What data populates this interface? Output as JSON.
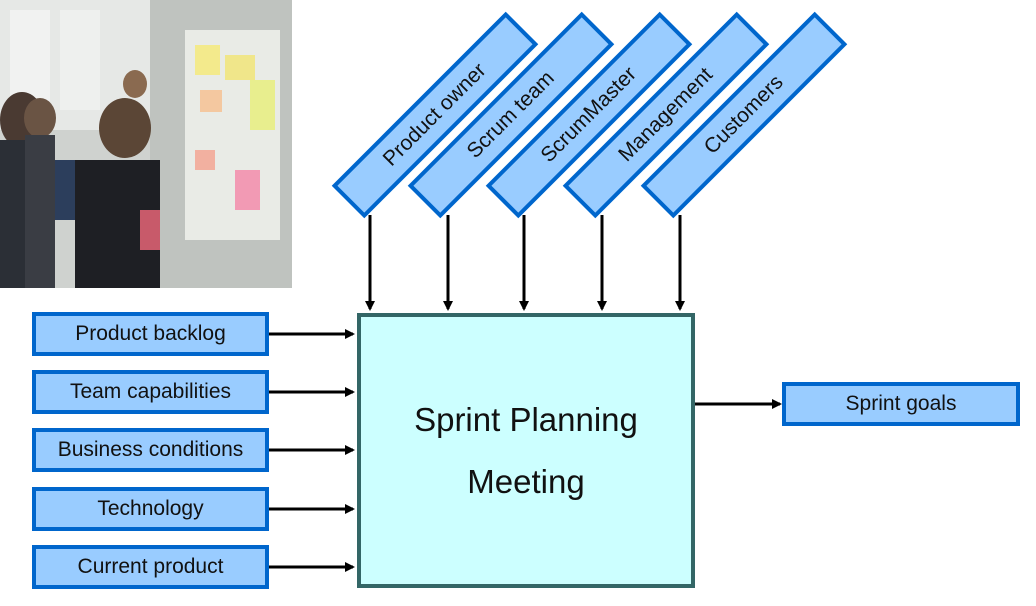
{
  "colors": {
    "box_fill": "#99ccff",
    "box_border": "#0066cc",
    "center_fill": "#ccffff",
    "center_border": "#336666",
    "arrow": "#000000"
  },
  "center": {
    "line1": "Sprint Planning",
    "line2": "Meeting"
  },
  "stakeholders": [
    {
      "label": "Product owner"
    },
    {
      "label": "Scrum team"
    },
    {
      "label": "ScrumMaster"
    },
    {
      "label": "Management"
    },
    {
      "label": "Customers"
    }
  ],
  "inputs": [
    {
      "label": "Product backlog"
    },
    {
      "label": "Team capabilities"
    },
    {
      "label": "Business conditions"
    },
    {
      "label": "Technology"
    },
    {
      "label": "Current product"
    }
  ],
  "output": {
    "label": "Sprint goals"
  }
}
